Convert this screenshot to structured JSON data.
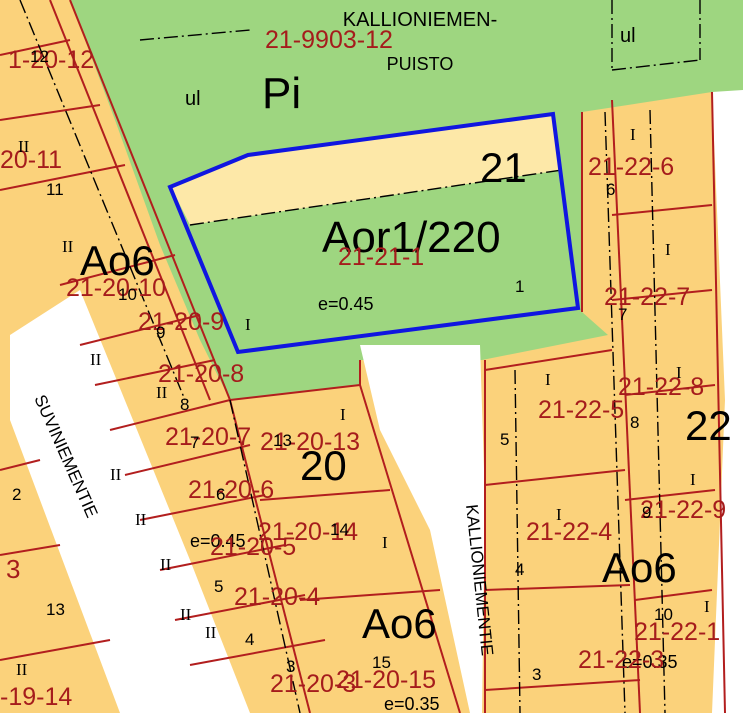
{
  "colors": {
    "plot_fill": "#fbd27b",
    "plot_light": "#fde8a8",
    "park_fill": "#9ed680",
    "road_fill": "#ffffff",
    "plot_line": "#b21e1e",
    "highlight": "#1016e0",
    "label_red": "#a51c1c",
    "label_black": "#000000"
  },
  "area": {
    "park_name_line1": "KALLIONIEMEN-",
    "park_name_line2": "PUISTO",
    "park_code": "Pi",
    "ul_left": "ul",
    "ul_right": "ul",
    "block_21": "21",
    "block_20": "20",
    "block_22": "22",
    "zone_main": "Aor1/220",
    "zone_ao6_left": "Ao6",
    "zone_ao6_mid": "Ao6",
    "zone_ao6_right": "Ao6",
    "eff_main": "e=0.45",
    "eff_left": "e=0.45",
    "eff_mid": "e=0.35",
    "eff_right": "e=0.35",
    "road_left": "SUVINIEMENTIE",
    "road_right": "KALLIONIEMENTIE"
  },
  "parcels": {
    "p_9903_12": "21-9903-12",
    "p_20_12": "1-20-12",
    "p_20_11": "20-11",
    "p_20_10": "21-20-10",
    "p_20_9": "21-20-9",
    "p_20_8": "21-20-8",
    "p_20_7": "21-20-7",
    "p_20_13": "21-20-13",
    "p_20_6": "21-20-6",
    "p_20_14": "21-20-14",
    "p_20_5": "21-20-5",
    "p_20_4": "21-20-4",
    "p_20_3": "21-20-3",
    "p_20_15": "21-20-15",
    "p_19_14": "-19-14",
    "p_21_1": "21-21-1",
    "p_22_6": "21-22-6",
    "p_22_7": "21-22-7",
    "p_22_8": "21-22-8",
    "p_22_5": "21-22-5",
    "p_22_9": "21-22-9",
    "p_22_4": "21-22-4",
    "p_22_1": "21-22-1",
    "p_22_3": "21-22-3"
  },
  "plot_numbers": {
    "n12": "12",
    "n11": "11",
    "n10": "10",
    "n9": "9",
    "n8": "8",
    "n7": "7",
    "n13a": "13",
    "n6": "6",
    "n14": "14",
    "n5": "5",
    "n4": "4",
    "n3": "3",
    "n15": "15",
    "n13b": "13",
    "n2": "2",
    "n3b": "3",
    "n1": "1",
    "r6": "6",
    "r7": "7",
    "r8": "8",
    "r5": "5",
    "r9": "9",
    "r4": "4",
    "r10": "10",
    "r3": "3"
  },
  "floors": {
    "I": "I",
    "II": "II"
  }
}
